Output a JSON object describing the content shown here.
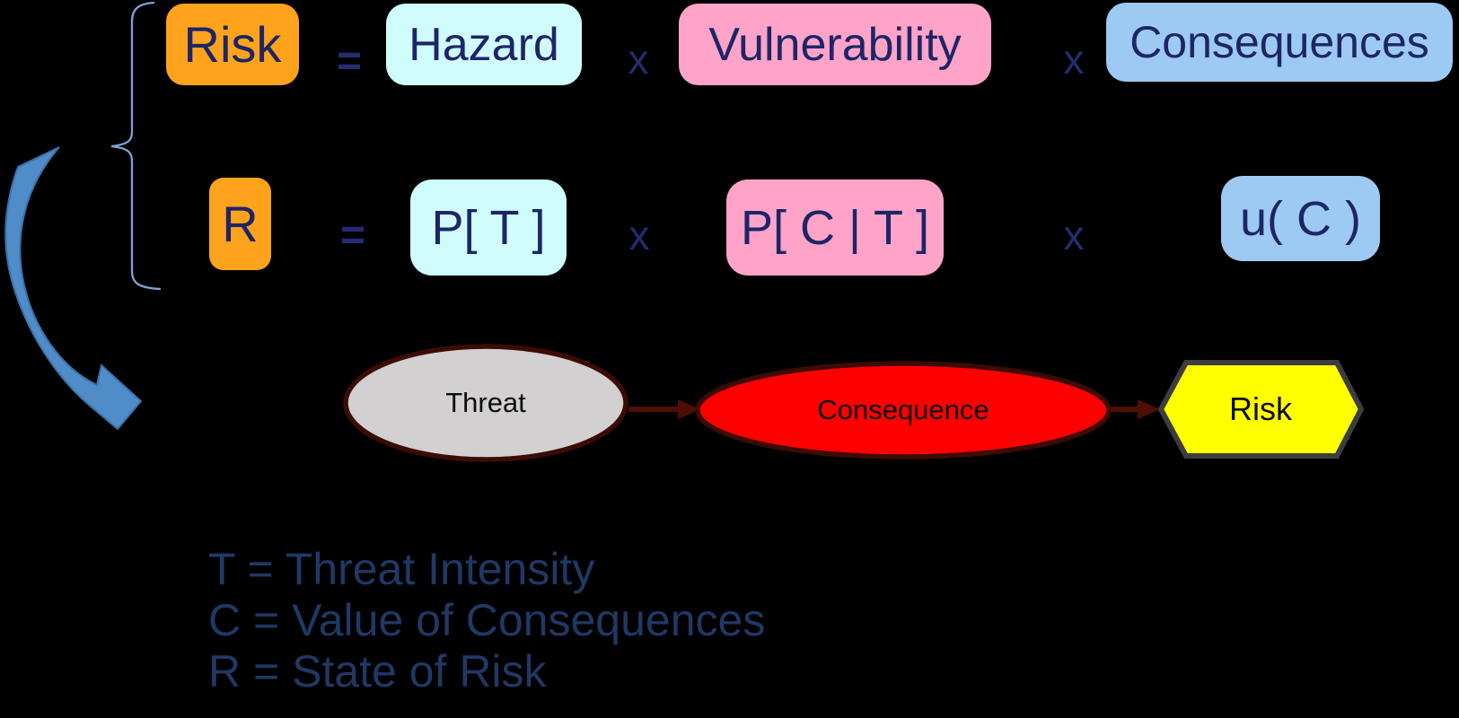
{
  "equation_row_1": {
    "risk_label": "Risk",
    "equals": "=",
    "hazard_label": "Hazard",
    "times_1": "x",
    "vulnerability_label": "Vulnerability",
    "times_2": "x",
    "consequences_label": "Consequences"
  },
  "equation_row_2": {
    "r_label": "R",
    "equals": "=",
    "p_t_label": "P[ T ]",
    "times_1": "x",
    "p_c_t_label": "P[ C | T ]",
    "times_2": "x",
    "u_c_label": "u( C )"
  },
  "flow": {
    "threat_label": "Threat",
    "consequence_label": "Consequence",
    "risk_label": "Risk"
  },
  "legend": {
    "line1": "T = Threat Intensity",
    "line2": "C = Value of Consequences",
    "line3": "R = State of Risk"
  },
  "colors": {
    "background": "#000000",
    "risk_box": "#FFA31C",
    "hazard_box": "#CFFCFC",
    "vulnerability_box": "#FFA3C8",
    "consequences_box": "#9CCAF2",
    "equation_text": "#1E2566",
    "legend_text": "#203864",
    "brace": "#7FA3D4",
    "curved_arrow": "#4F8CC8",
    "threat_ellipse_fill": "#D2D0D0",
    "consequence_ellipse_fill": "#FF0000",
    "flow_border": "#3B0B04",
    "flow_arrow": "#4F0E05",
    "risk_hexagon_fill": "#FFFF00",
    "risk_hexagon_border": "#3D3D3F"
  }
}
